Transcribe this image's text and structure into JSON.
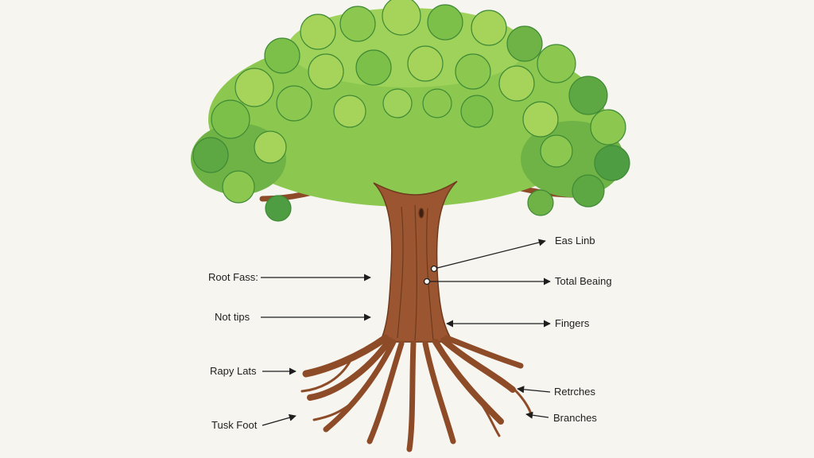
{
  "diagram": {
    "subject": "tree-with-roots",
    "colors": {
      "background": "#f6f5f0",
      "bark": "#9b5530",
      "bark_dark": "#6e3a1e",
      "leaf_light": "#a6d35a",
      "leaf_mid": "#7cc04a",
      "leaf_dark": "#4f9d42",
      "arrow": "#1e1e1e"
    },
    "labels": {
      "root_fass": "Root Fass:",
      "not_tips": "Not tips",
      "rapy_lats": "Rapy Lats",
      "tusk_foot": "Tusk Foot",
      "eas_linb": "Eas Linb",
      "total_beaing": "Total Beaing",
      "fingers": "Fingers",
      "retrches": "Retrches",
      "branches": "Branches"
    }
  }
}
